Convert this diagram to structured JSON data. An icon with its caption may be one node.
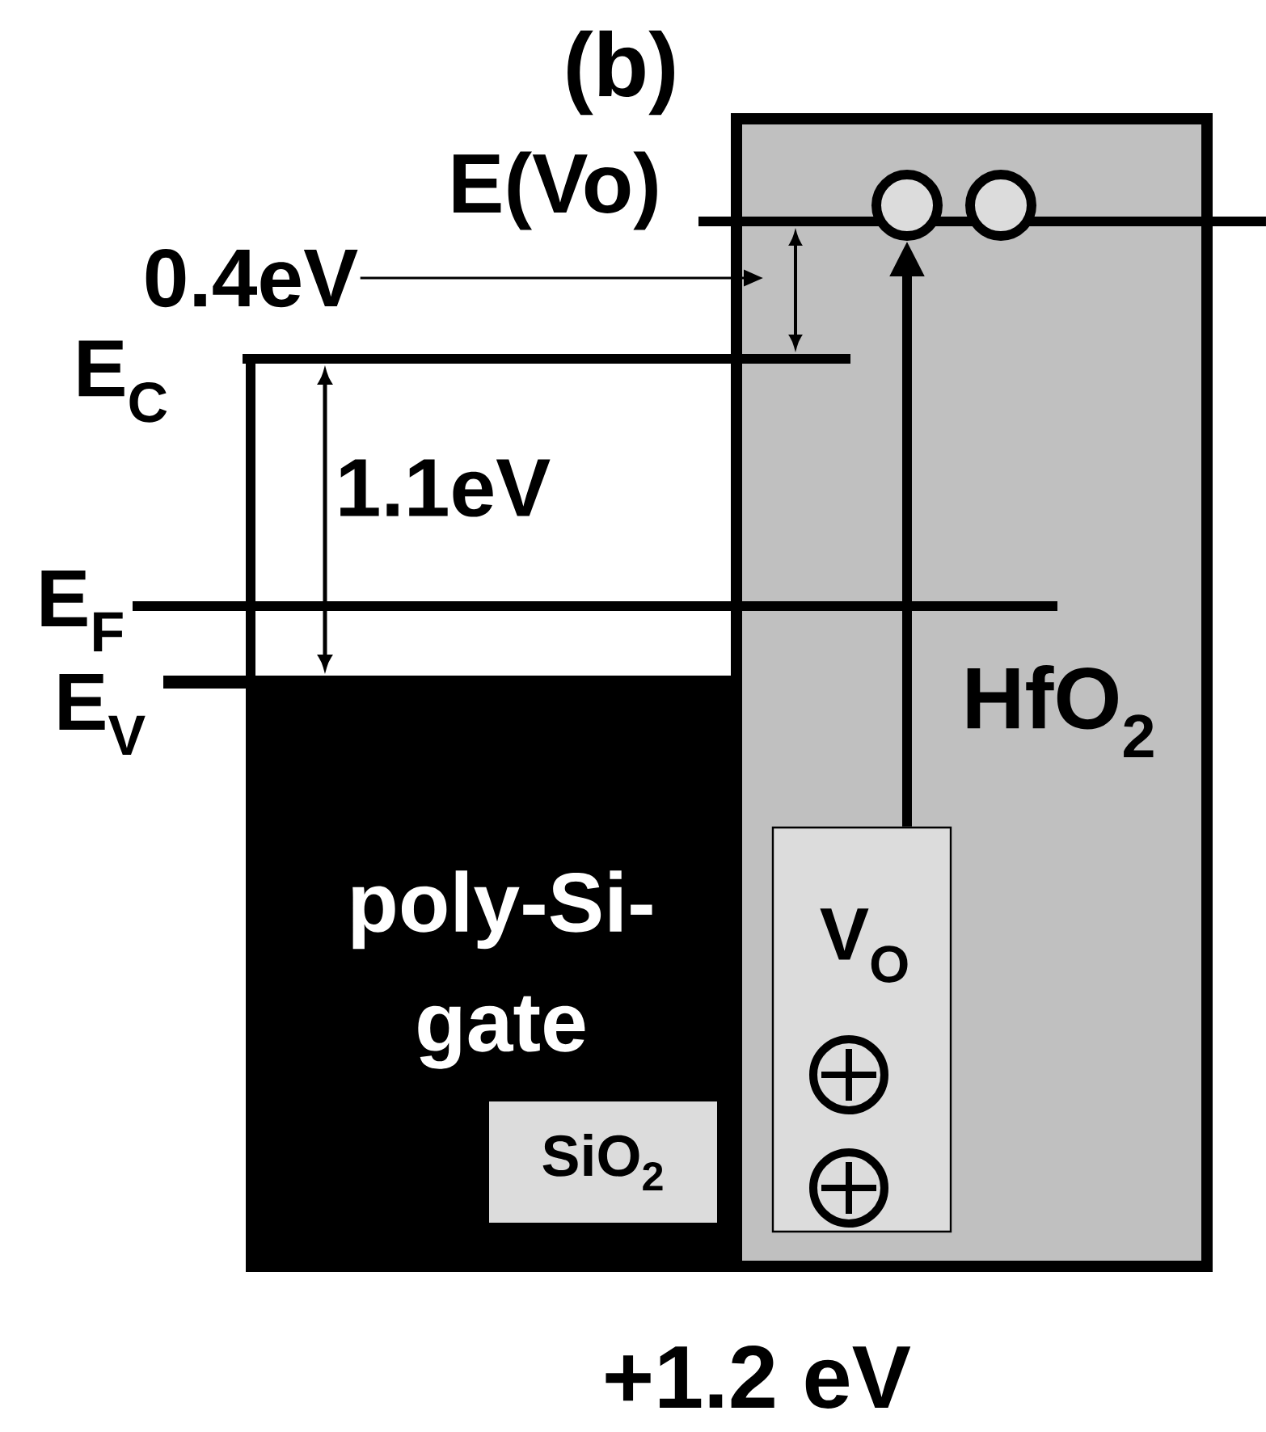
{
  "diagram": {
    "nodes": [
      {
        "text": [
          "HfO$_{2}$"
        ]
      },
      {
        "text": [],
        "shape": "circle",
        "in": 0
      },
      {
        "text": [],
        "shape": "circle",
        "in": 0
      },
      {
        "text": [
          "0.4eV"
        ]
      },
      {
        "text": [
          "poly-Si- gate"
        ]
      },
      {
        "text": [
          "SiO$_{2}$"
        ],
        "in": 4
      },
      {
        "text": [
          "V$_{O}$"
        ],
        "in": 0
      }
    ],
    "edges": [
      {
        "from": 6,
        "to": 1,
        "arrow": "to",
        "style": "thick"
      },
      {
        "from": 3,
        "to": 0,
        "arrow": "to"
      }
    ],
    "labels": [
      "(b)",
      "E(Vo)",
      "E$_{C}$",
      "1.1eV",
      "E$_{F}$",
      "E$_{V}$",
      "+1.2 eV"
    ]
  }
}
